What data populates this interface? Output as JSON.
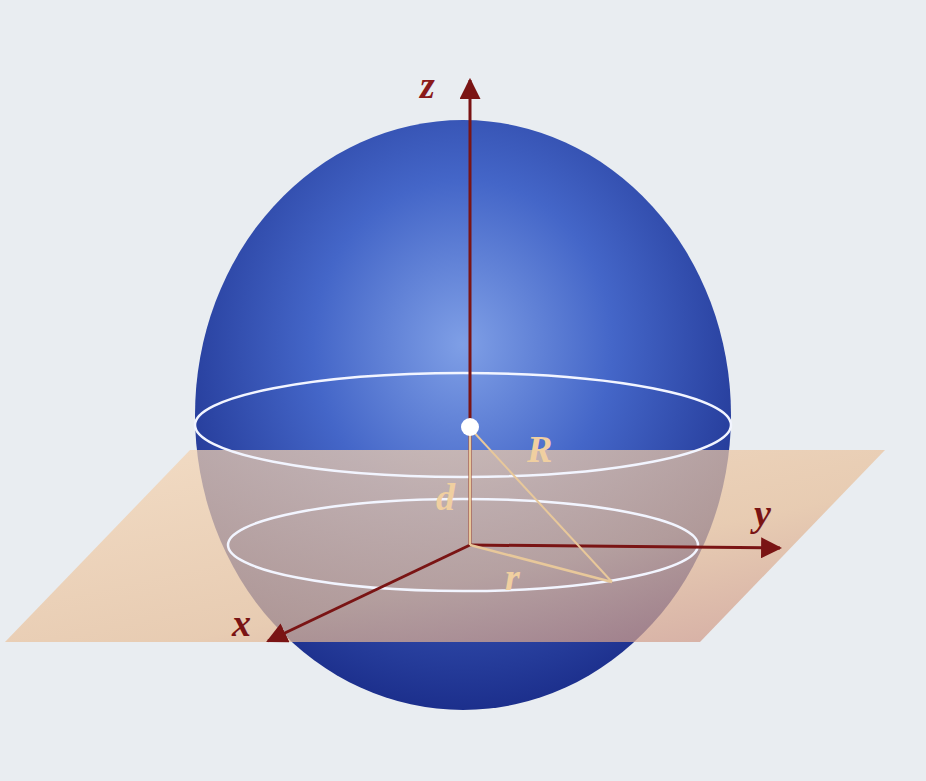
{
  "diagram": {
    "labels": [
      "z",
      "R",
      "d",
      "y",
      "x",
      "r"
    ]
  }
}
